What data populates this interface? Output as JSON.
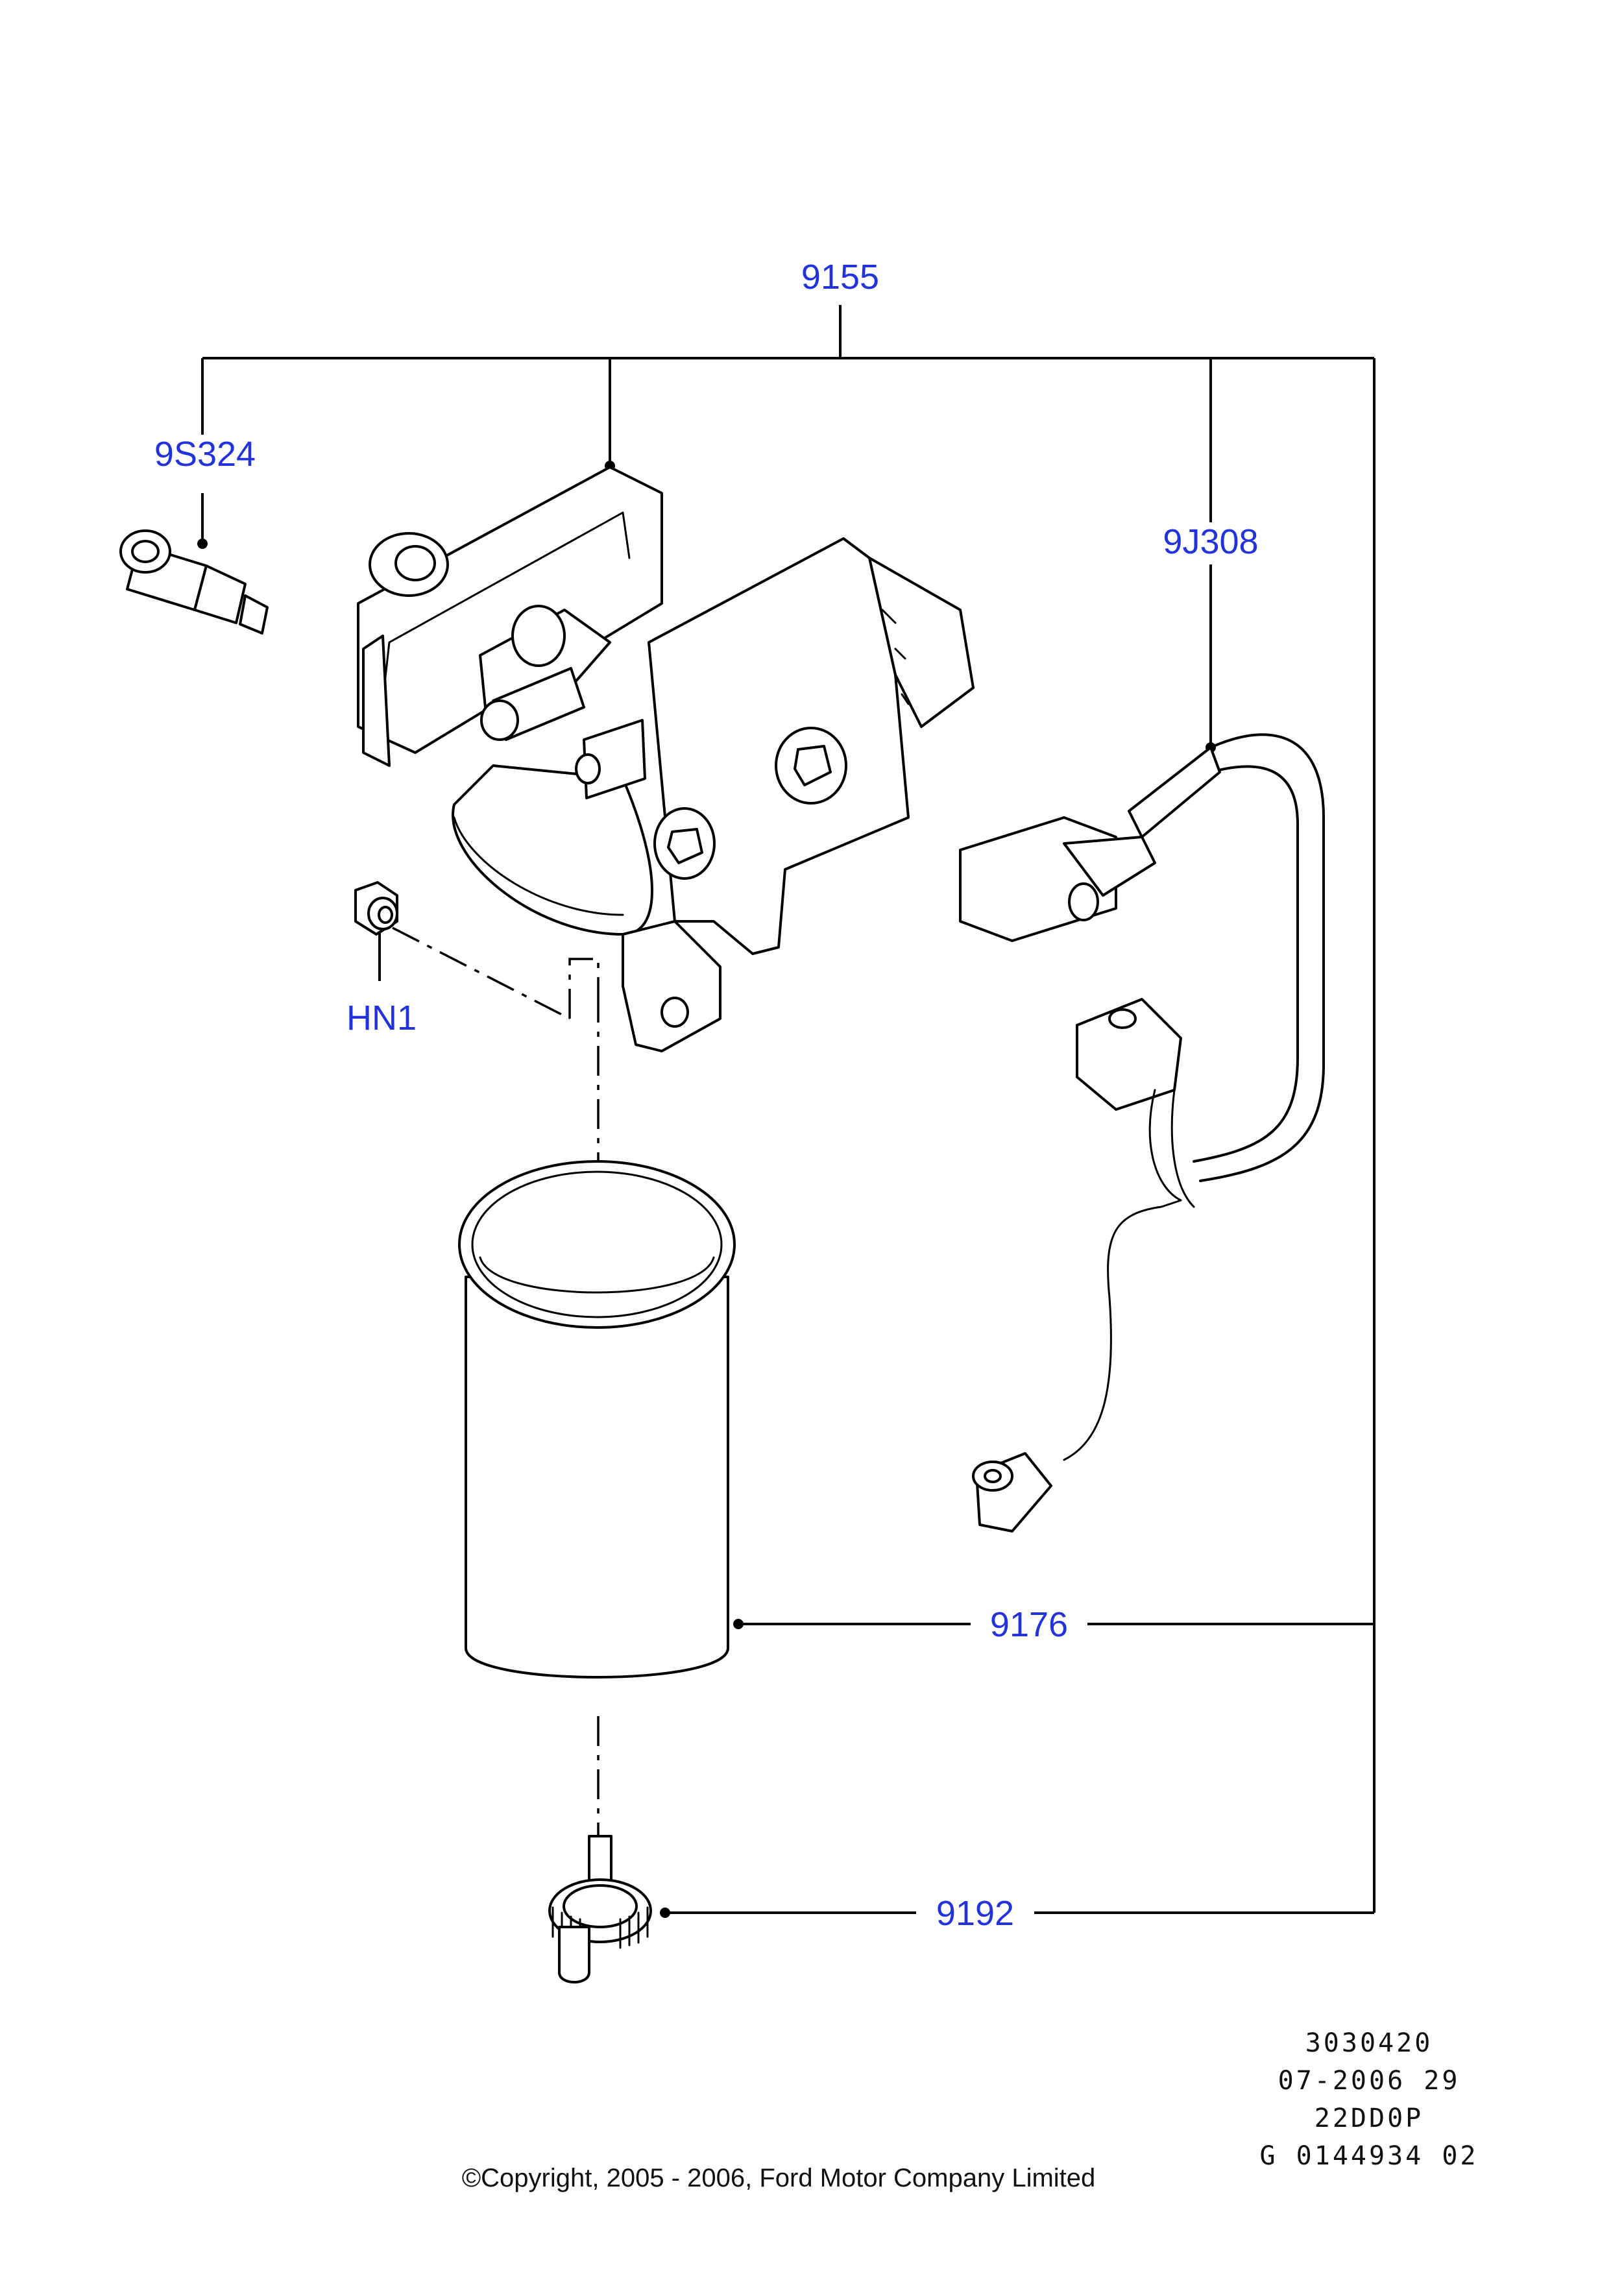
{
  "callouts": {
    "assembly": "9155",
    "sensor": "9S324",
    "harness": "9J308",
    "nut": "HN1",
    "filter": "9176",
    "drain": "9192"
  },
  "meta": {
    "line1": "3030420",
    "line2": "07-2006 29",
    "line3": "22DD0P",
    "line4": "G 0144934 02"
  },
  "copyright": "©Copyright, 2005 - 2006, Ford Motor Company Limited",
  "colors": {
    "callout": "#2233dd",
    "line": "#000000",
    "background": "#ffffff"
  }
}
